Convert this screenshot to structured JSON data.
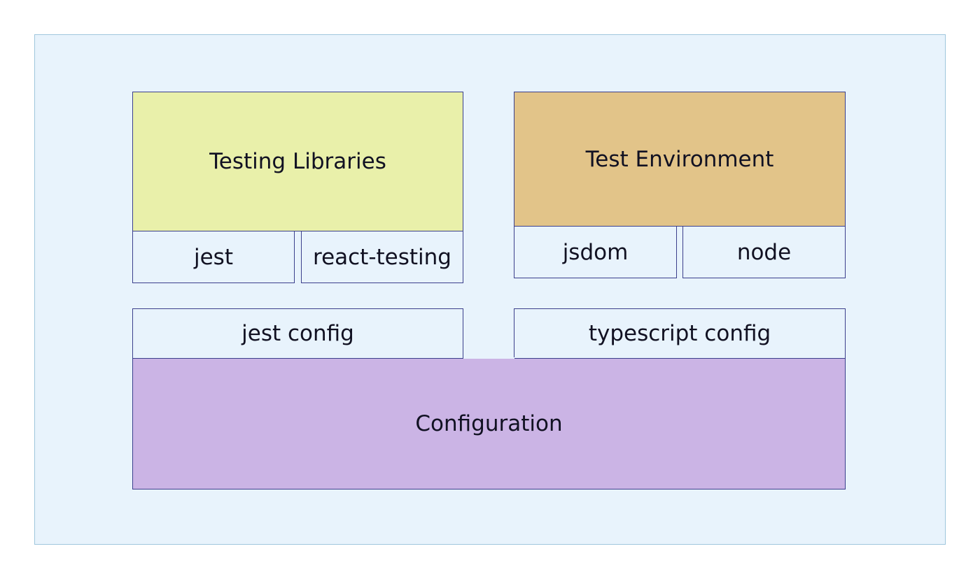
{
  "diagram": {
    "testing_libraries": {
      "title": "Testing Libraries",
      "items": [
        "jest",
        "react-testing"
      ]
    },
    "test_environment": {
      "title": "Test Environment",
      "items": [
        "jsdom",
        "node"
      ]
    },
    "configuration": {
      "title": "Configuration",
      "items": [
        "jest config",
        "typescript config"
      ]
    },
    "colors": {
      "panel_background": "#e8f3fc",
      "testing_libraries": "#e9f0aa",
      "test_environment": "#e2c489",
      "configuration": "#cbb4e5",
      "border": "#3b3f8c"
    }
  }
}
